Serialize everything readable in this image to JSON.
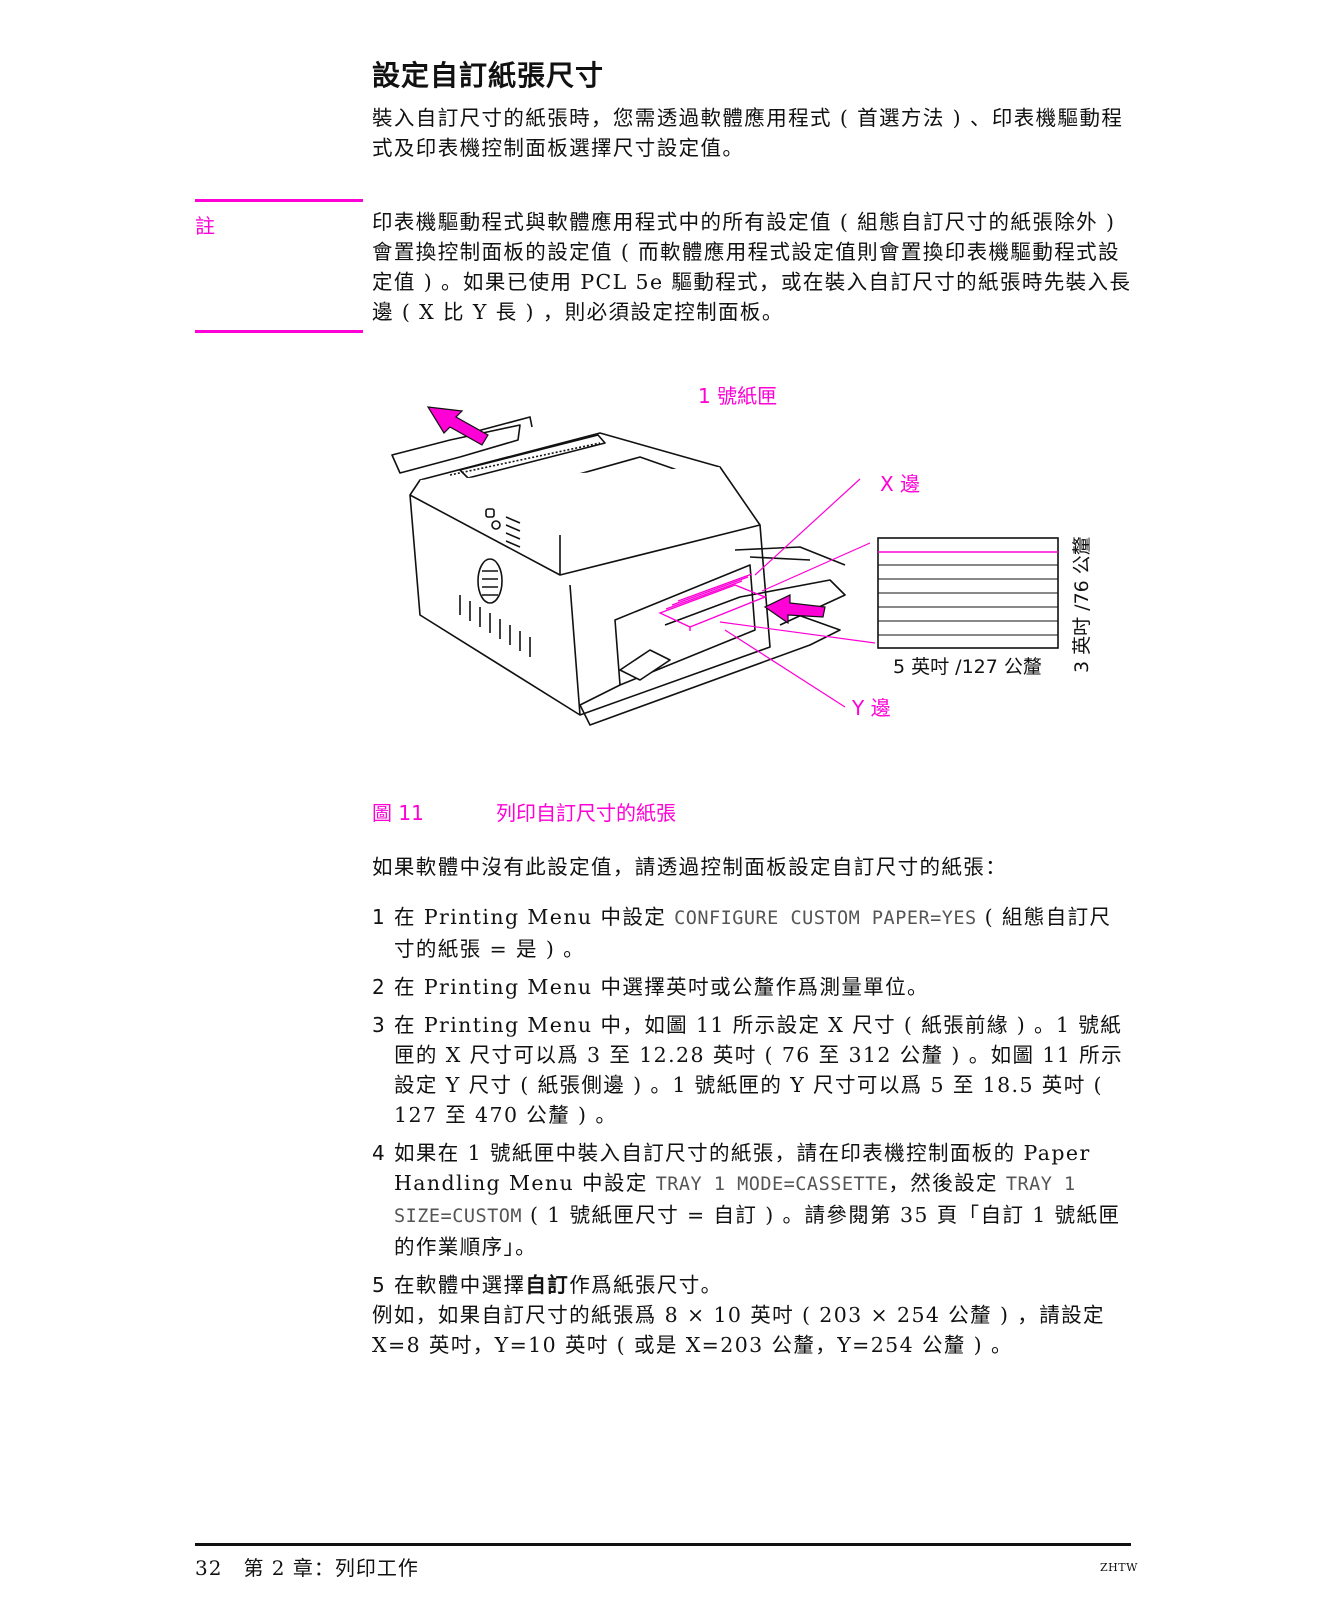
{
  "section_title": "設定自訂紙張尺寸",
  "intro": "裝入自訂尺寸的紙張時，您需透過軟體應用程式 ( 首選方法 ) 、印表機驅動程式及印表機控制面板選擇尺寸設定值。",
  "note": {
    "label": "註",
    "text": "印表機驅動程式與軟體應用程式中的所有設定值 ( 組態自訂尺寸的紙張除外 ) 會置換控制面板的設定值 ( 而軟體應用程式設定值則會置換印表機驅動程式設定值 ) 。如果已使用 PCL 5e 驅動程式，或在裝入自訂尺寸的紙張時先裝入長邊 ( X 比 Y 長 ) ，則必須設定控制面板。"
  },
  "figure": {
    "callouts": {
      "tray": "1 號紙匣",
      "x_edge": "X 邊",
      "y_edge": "Y 邊",
      "width_dim": "5 英吋 /127 公釐",
      "height_dim": "3 英吋 /76 公釐"
    },
    "caption_number": "圖 11",
    "caption_title": "列印自訂尺寸的紙張",
    "accent_color": "#ff00d6"
  },
  "lead": "如果軟體中沒有此設定值，請透過控制面板設定自訂尺寸的紙張：",
  "steps": [
    {
      "num": "1",
      "a": "在 Printing Menu 中設定 ",
      "code1": "CONFIGURE CUSTOM PAPER=YES",
      "b": " ( 組態自訂尺寸的紙張 = 是 ) 。"
    },
    {
      "num": "2",
      "a": "在 Printing Menu 中選擇英吋或公釐作爲測量單位。"
    },
    {
      "num": "3",
      "a": "在 Printing Menu 中，如圖 11 所示設定 X 尺寸 ( 紙張前緣 ) 。1 號紙匣的 X 尺寸可以爲 3 至 12.28 英吋 ( 76 至 312 公釐 ) 。如圖 11 所示設定 Y 尺寸 ( 紙張側邊 ) 。1 號紙匣的 Y 尺寸可以爲 5 至 18.5 英吋 ( 127 至 470 公釐 ) 。"
    },
    {
      "num": "4",
      "a": "如果在 1 號紙匣中裝入自訂尺寸的紙張，請在印表機控制面板的 Paper Handling Menu 中設定 ",
      "code1": "TRAY 1 MODE=CASSETTE",
      "b": "，然後設定 ",
      "code2": "TRAY 1 SIZE=CUSTOM",
      "c": " ( 1 號紙匣尺寸 = 自訂 ) 。請參閱第 35 頁「自訂 1 號紙匣的作業順序」。"
    },
    {
      "num": "5",
      "a": "在軟體中選擇",
      "bold": "自訂",
      "b": "作爲紙張尺寸。"
    }
  ],
  "example": "例如，如果自訂尺寸的紙張爲 8 × 10 英吋 ( 203 × 254 公釐 ) ，請設定 X=8 英吋，Y=10 英吋 ( 或是 X=203 公釐，Y=254 公釐 ) 。",
  "footer": {
    "left": "32　第 2 章：列印工作",
    "right": "ZHTW"
  }
}
